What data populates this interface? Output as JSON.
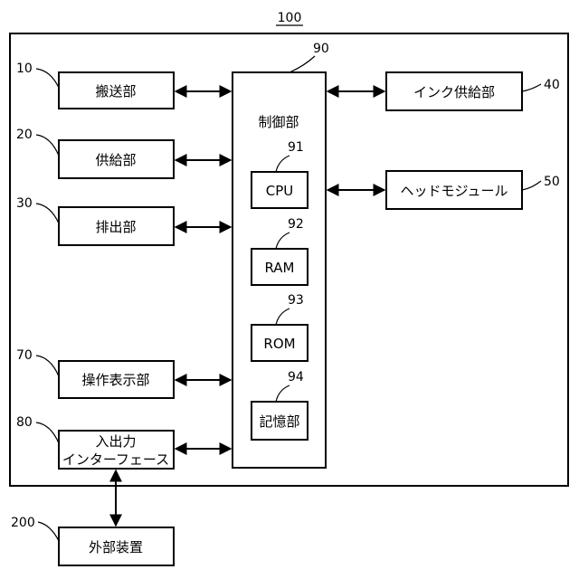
{
  "system": {
    "ref": "100"
  },
  "controller": {
    "ref": "90",
    "label": "制御部"
  },
  "memory_units": [
    {
      "ref": "91",
      "label": "CPU"
    },
    {
      "ref": "92",
      "label": "RAM"
    },
    {
      "ref": "93",
      "label": "ROM"
    },
    {
      "ref": "94",
      "label": "記憶部"
    }
  ],
  "left_units": [
    {
      "ref": "10",
      "label": "搬送部"
    },
    {
      "ref": "20",
      "label": "供給部"
    },
    {
      "ref": "30",
      "label": "排出部"
    },
    {
      "ref": "70",
      "label": "操作表示部"
    },
    {
      "ref": "80",
      "label_line1": "入出力",
      "label_line2": "インターフェース"
    }
  ],
  "right_units": [
    {
      "ref": "40",
      "label": "インク供給部"
    },
    {
      "ref": "50",
      "label": "ヘッドモジュール"
    }
  ],
  "external": {
    "ref": "200",
    "label": "外部装置"
  }
}
